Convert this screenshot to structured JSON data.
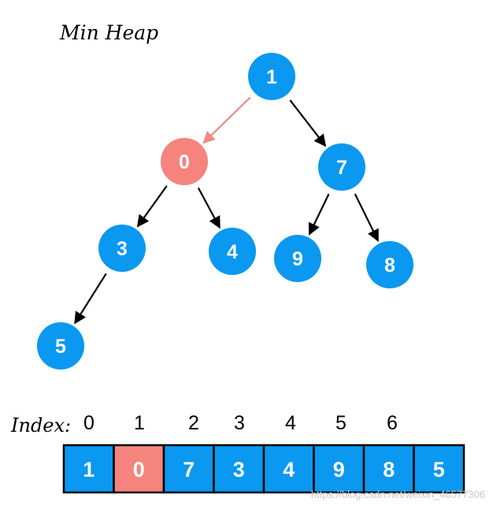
{
  "title": "Min Heap",
  "index_label": "Index:",
  "watermark": "https://blog.csdn.net/weixin_46577306",
  "colors": {
    "node_fill": "#0a98f0",
    "highlight_fill": "#f5837e",
    "edge": "#000000",
    "highlight_edge": "#f08a85",
    "text": "#ffffff",
    "cell_border": "#000000"
  },
  "tree": {
    "nodes": [
      {
        "id": "n1",
        "label": "1",
        "highlight": false
      },
      {
        "id": "n0",
        "label": "0",
        "highlight": true
      },
      {
        "id": "n7",
        "label": "7",
        "highlight": false
      },
      {
        "id": "n3",
        "label": "3",
        "highlight": false
      },
      {
        "id": "n4",
        "label": "4",
        "highlight": false
      },
      {
        "id": "n9",
        "label": "9",
        "highlight": false
      },
      {
        "id": "n8",
        "label": "8",
        "highlight": false
      },
      {
        "id": "n5",
        "label": "5",
        "highlight": false
      }
    ],
    "edges": [
      {
        "from": "n1",
        "to": "n0",
        "highlight": true
      },
      {
        "from": "n1",
        "to": "n7",
        "highlight": false
      },
      {
        "from": "n0",
        "to": "n3",
        "highlight": false
      },
      {
        "from": "n0",
        "to": "n4",
        "highlight": false
      },
      {
        "from": "n7",
        "to": "n9",
        "highlight": false
      },
      {
        "from": "n7",
        "to": "n8",
        "highlight": false
      },
      {
        "from": "n3",
        "to": "n5",
        "highlight": false
      }
    ]
  },
  "array": {
    "indices": [
      "0",
      "1",
      "2",
      "3",
      "4",
      "5",
      "6"
    ],
    "cells": [
      {
        "label": "1",
        "highlight": false
      },
      {
        "label": "0",
        "highlight": true
      },
      {
        "label": "7",
        "highlight": false
      },
      {
        "label": "3",
        "highlight": false
      },
      {
        "label": "4",
        "highlight": false
      },
      {
        "label": "9",
        "highlight": false
      },
      {
        "label": "8",
        "highlight": false
      },
      {
        "label": "5",
        "highlight": false
      }
    ]
  }
}
